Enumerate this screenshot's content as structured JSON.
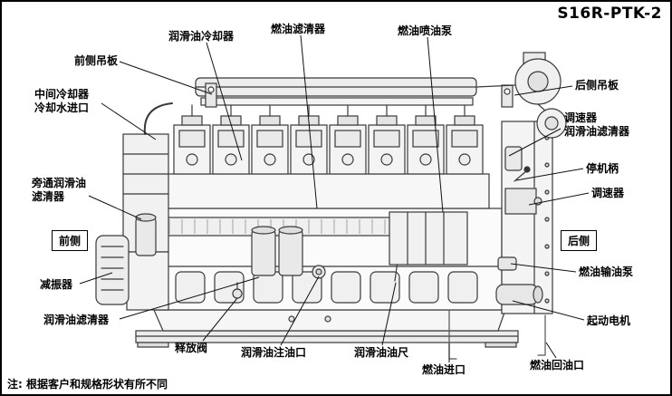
{
  "title": "S16R-PTK-2",
  "note": "注: 根据客户和规格形状有所不同",
  "colors": {
    "background": "#ffffff",
    "ink": "#000000",
    "drawing": "#3a3a3a"
  },
  "side_markers": {
    "front": "前侧",
    "rear": "后侧"
  },
  "labels": [
    {
      "id": "front-lifting-plate",
      "text": "前侧吊板"
    },
    {
      "id": "lube-oil-cooler",
      "text": "润滑油冷却器"
    },
    {
      "id": "fuel-filter",
      "text": "燃油滤清器"
    },
    {
      "id": "fuel-injection-pump",
      "text": "燃油喷油泵"
    },
    {
      "id": "rear-lifting-plate",
      "text": "后侧吊板"
    },
    {
      "id": "intercooler-cooling-water-inlet",
      "text": "中间冷却器\n冷却水进口"
    },
    {
      "id": "governor-and-lube-oil-filter",
      "text": "调速器\n润滑油滤清器"
    },
    {
      "id": "stop-handle",
      "text": "停机柄"
    },
    {
      "id": "governor",
      "text": "调速器"
    },
    {
      "id": "bypass-lube-oil-filter",
      "text": "旁通润滑油\n滤清器"
    },
    {
      "id": "damper",
      "text": "减振器"
    },
    {
      "id": "fuel-feed-pump",
      "text": "燃油输油泵"
    },
    {
      "id": "lube-oil-filter",
      "text": "润滑油滤清器"
    },
    {
      "id": "starting-motor",
      "text": "起动电机"
    },
    {
      "id": "release-valve",
      "text": "释放阀"
    },
    {
      "id": "lube-oil-filler",
      "text": "润滑油注油口"
    },
    {
      "id": "lube-oil-dipstick",
      "text": "润滑油油尺"
    },
    {
      "id": "fuel-inlet",
      "text": "燃油进口"
    },
    {
      "id": "fuel-return-port",
      "text": "燃油回油口"
    }
  ]
}
